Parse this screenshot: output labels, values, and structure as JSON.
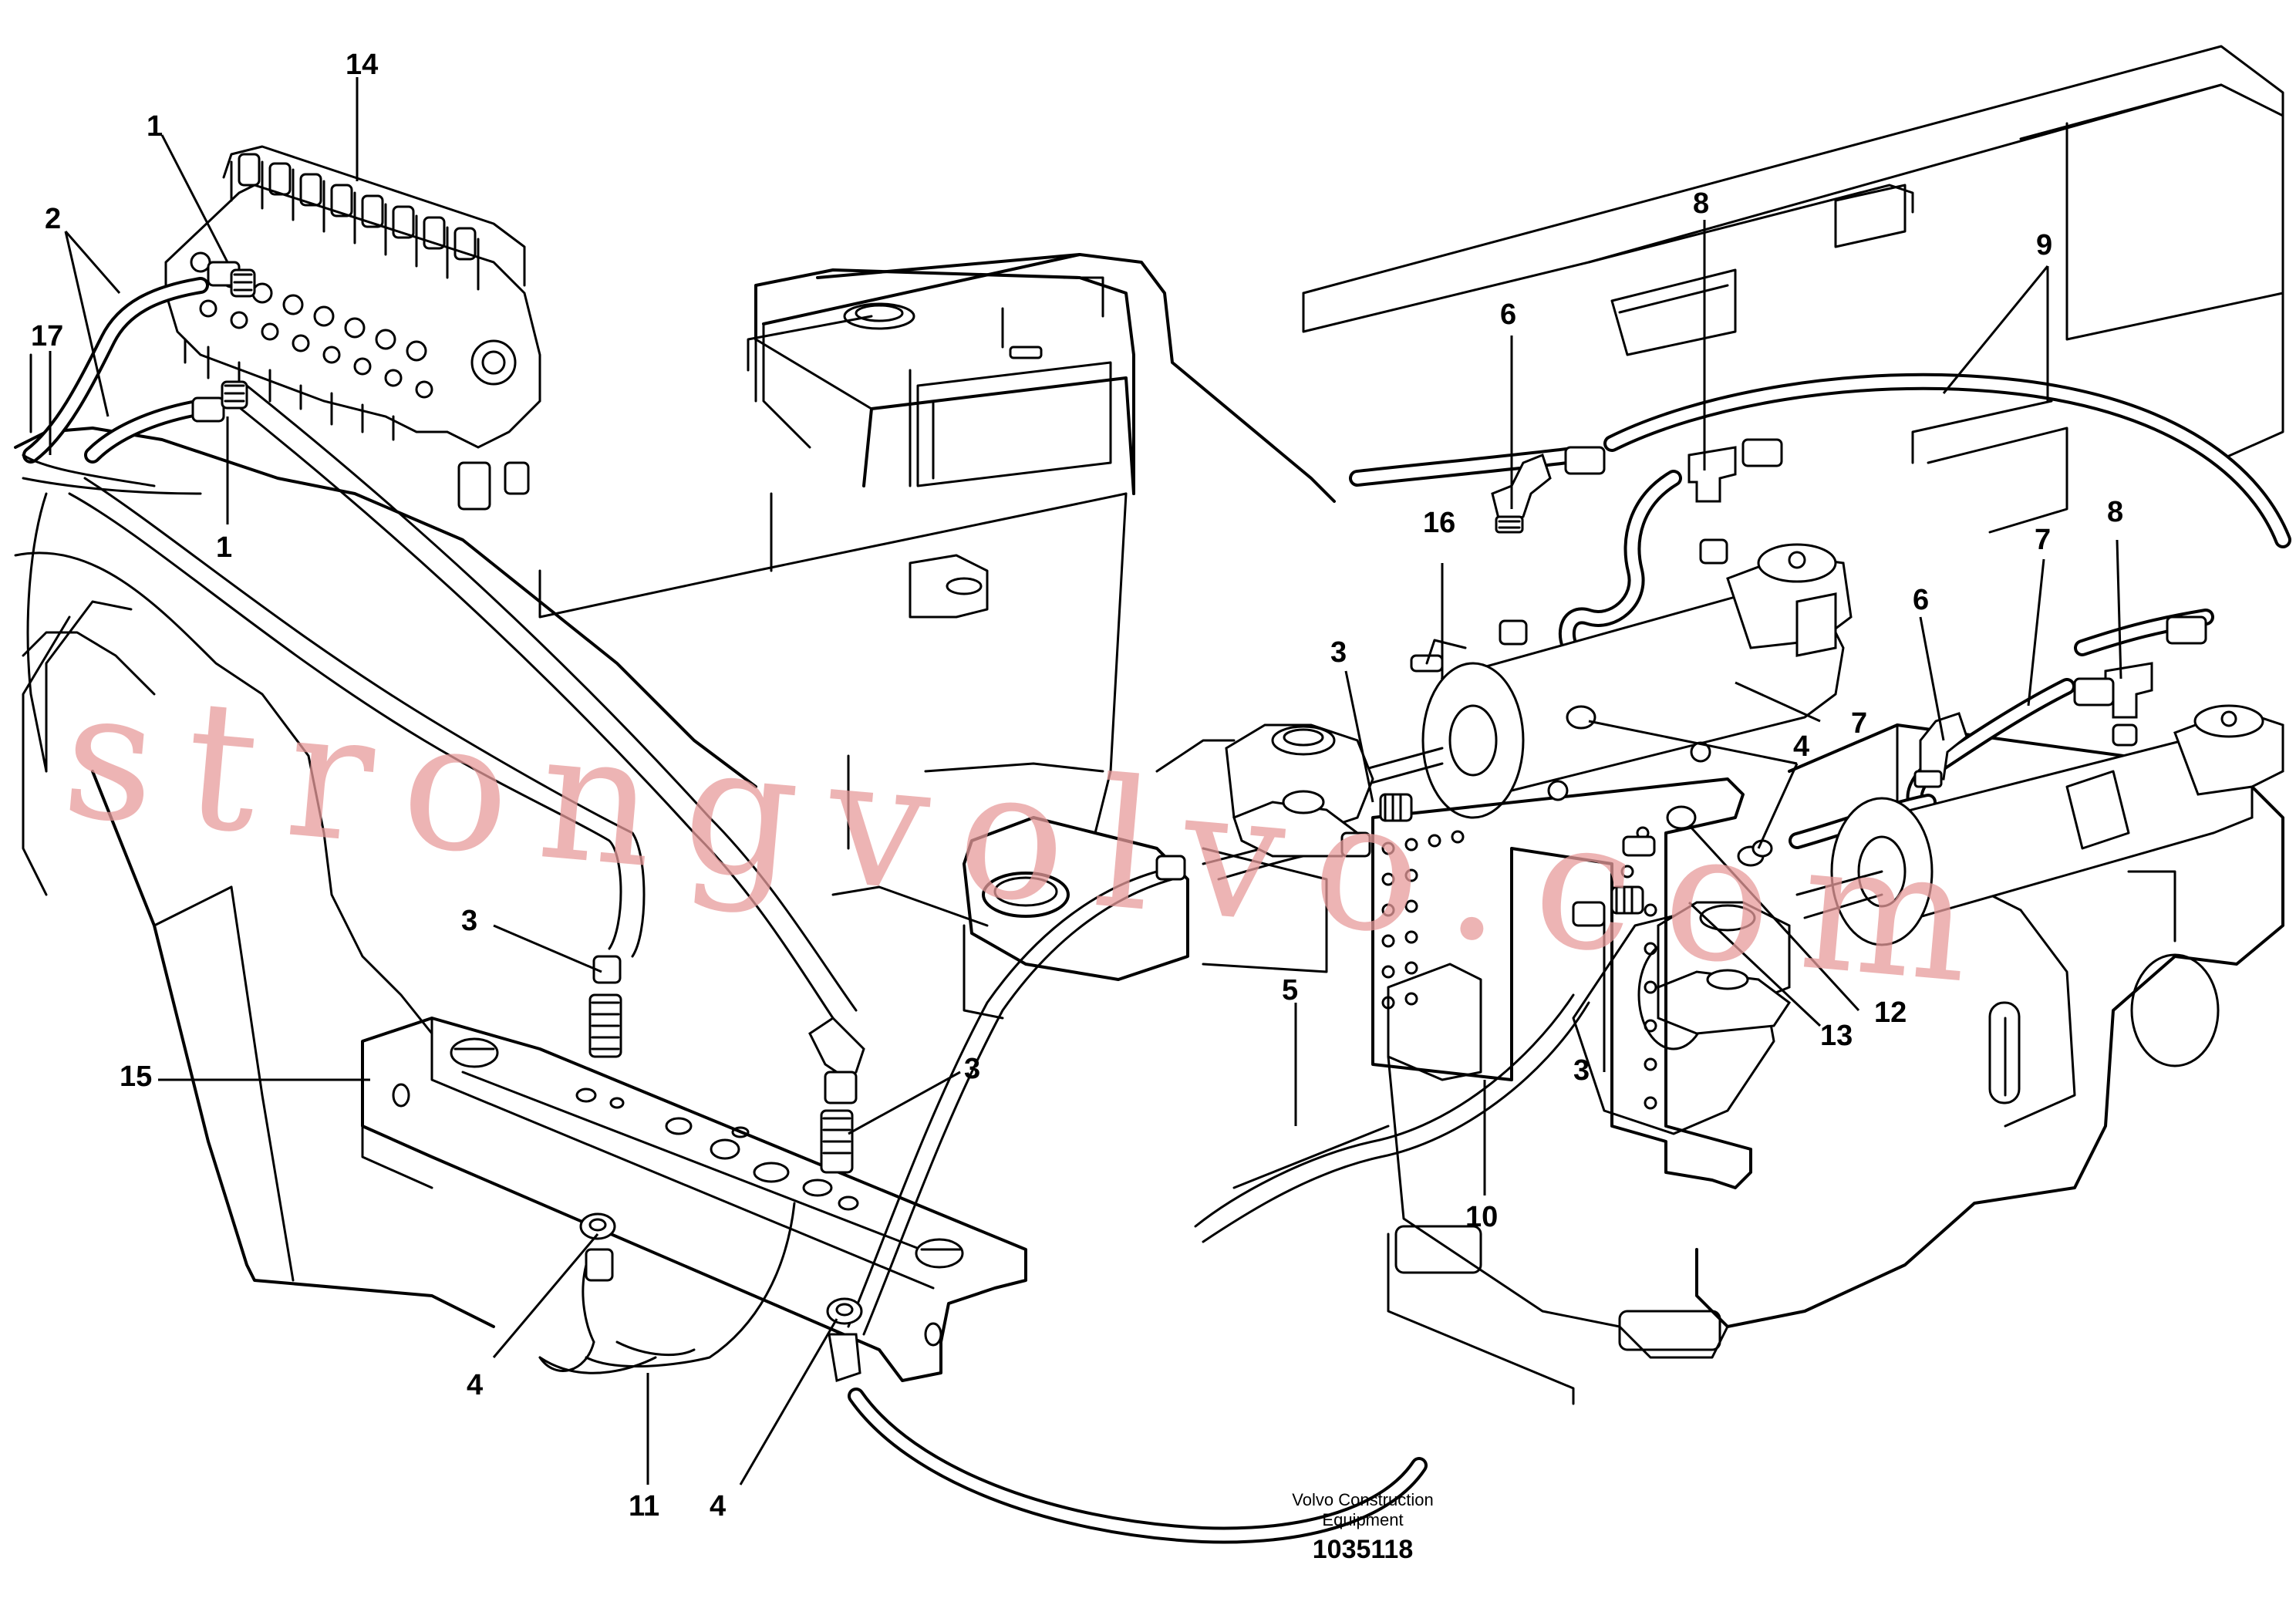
{
  "callouts": [
    {
      "id": "c14",
      "label": "14"
    },
    {
      "id": "c1a",
      "label": "1"
    },
    {
      "id": "c2",
      "label": "2"
    },
    {
      "id": "c17",
      "label": "17"
    },
    {
      "id": "c1b",
      "label": "1"
    },
    {
      "id": "c6a",
      "label": "6"
    },
    {
      "id": "c8a",
      "label": "8"
    },
    {
      "id": "c9",
      "label": "9"
    },
    {
      "id": "c16",
      "label": "16"
    },
    {
      "id": "c3a",
      "label": "3"
    },
    {
      "id": "c7a",
      "label": "7"
    },
    {
      "id": "c4a",
      "label": "4"
    },
    {
      "id": "c6b",
      "label": "6"
    },
    {
      "id": "c7b",
      "label": "7"
    },
    {
      "id": "c8b",
      "label": "8"
    },
    {
      "id": "c3b",
      "label": "3"
    },
    {
      "id": "c3c",
      "label": "3"
    },
    {
      "id": "c15",
      "label": "15"
    },
    {
      "id": "c5",
      "label": "5"
    },
    {
      "id": "c3d",
      "label": "3"
    },
    {
      "id": "c13",
      "label": "13"
    },
    {
      "id": "c12",
      "label": "12"
    },
    {
      "id": "c10",
      "label": "10"
    },
    {
      "id": "c4b",
      "label": "4"
    },
    {
      "id": "c11",
      "label": "11"
    },
    {
      "id": "c4c",
      "label": "4"
    }
  ],
  "caption": {
    "line1": "Volvo Construction",
    "line2": "Equipment",
    "part_number": "1035118"
  },
  "watermark": "strongvolvo.com",
  "colors": {
    "line": "#000000",
    "background": "#ffffff",
    "watermark": "#e79b9b"
  }
}
